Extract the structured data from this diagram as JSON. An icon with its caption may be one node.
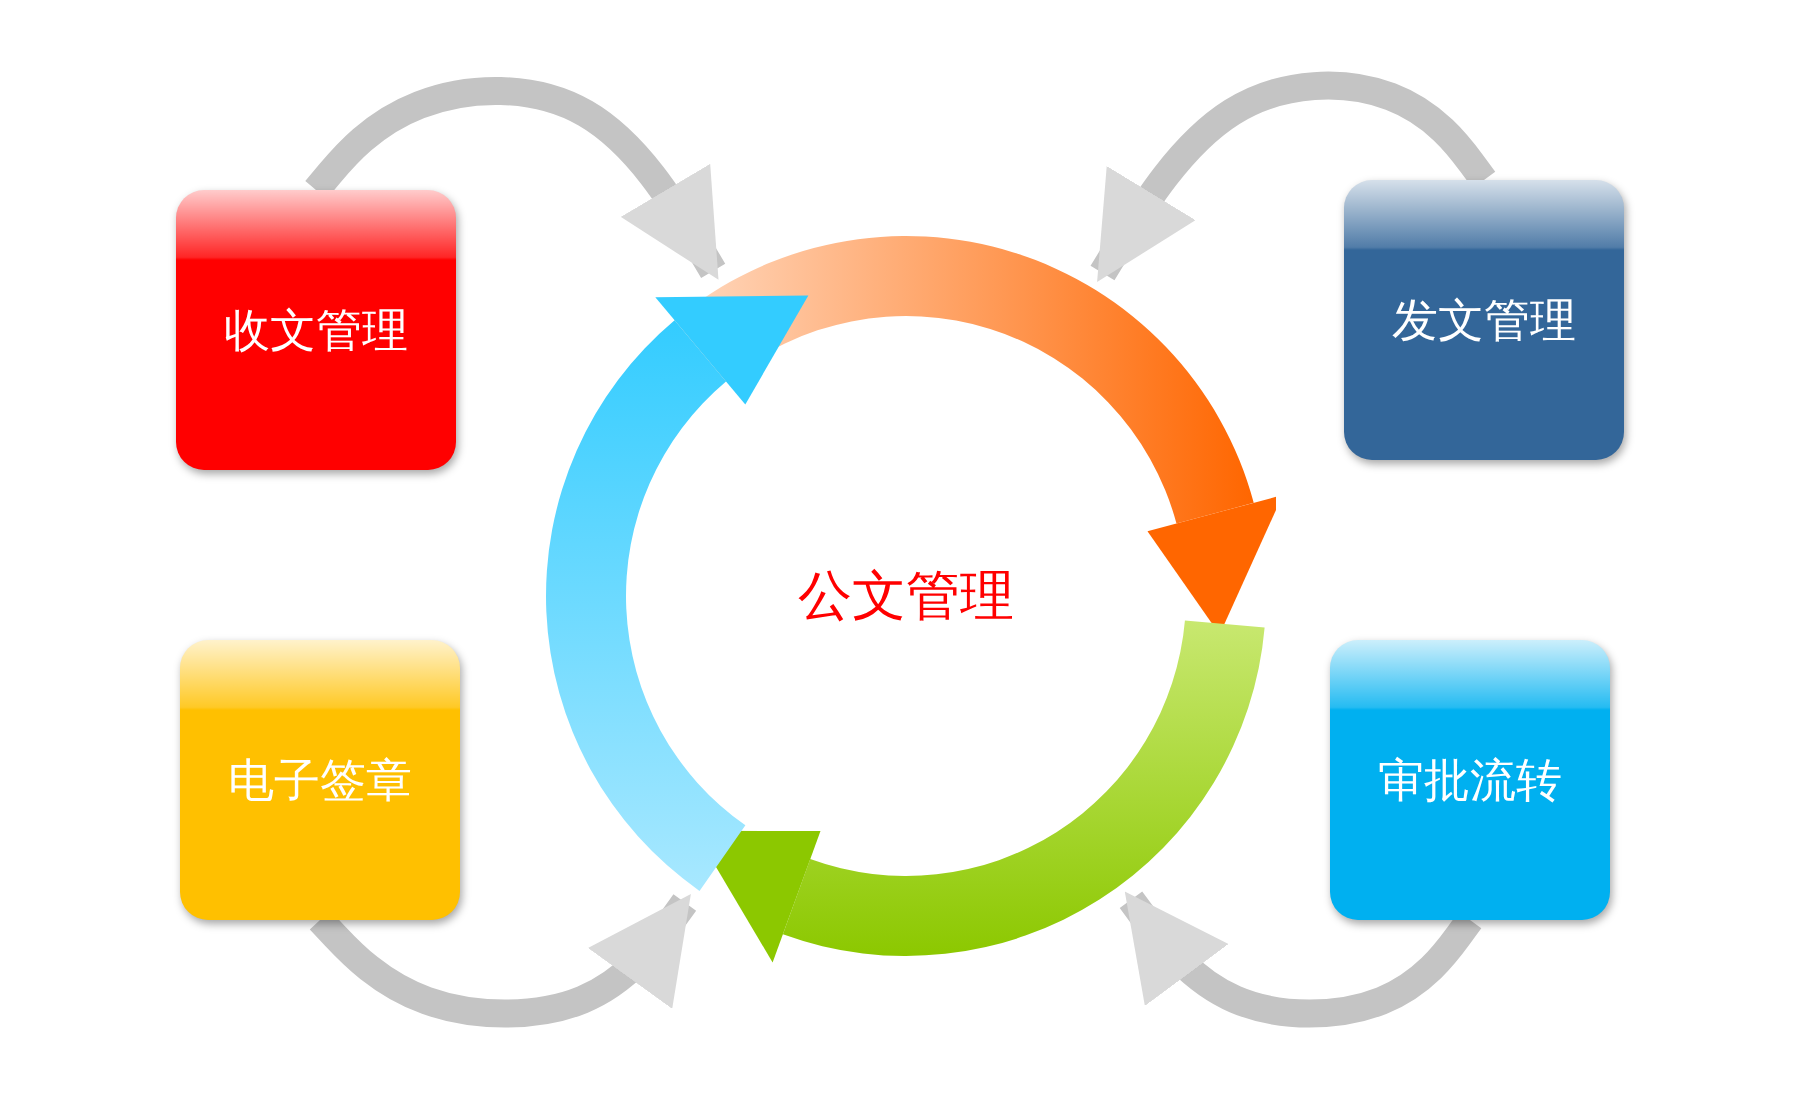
{
  "diagram": {
    "nodes": [
      {
        "text": [
          "收文管理"
        ]
      },
      {
        "text": [
          "发文管理"
        ]
      },
      {
        "text": [
          "公文管理"
        ]
      },
      {
        "text": [
          "电子签章"
        ]
      },
      {
        "text": [
          "审批流转"
        ]
      }
    ],
    "edges": [
      {
        "from": 0,
        "to": 2,
        "arrow": "to"
      },
      {
        "from": 1,
        "to": 2,
        "arrow": "to"
      },
      {
        "from": 3,
        "to": 2,
        "arrow": "to"
      },
      {
        "from": 4,
        "to": 2,
        "arrow": "to"
      }
    ]
  }
}
